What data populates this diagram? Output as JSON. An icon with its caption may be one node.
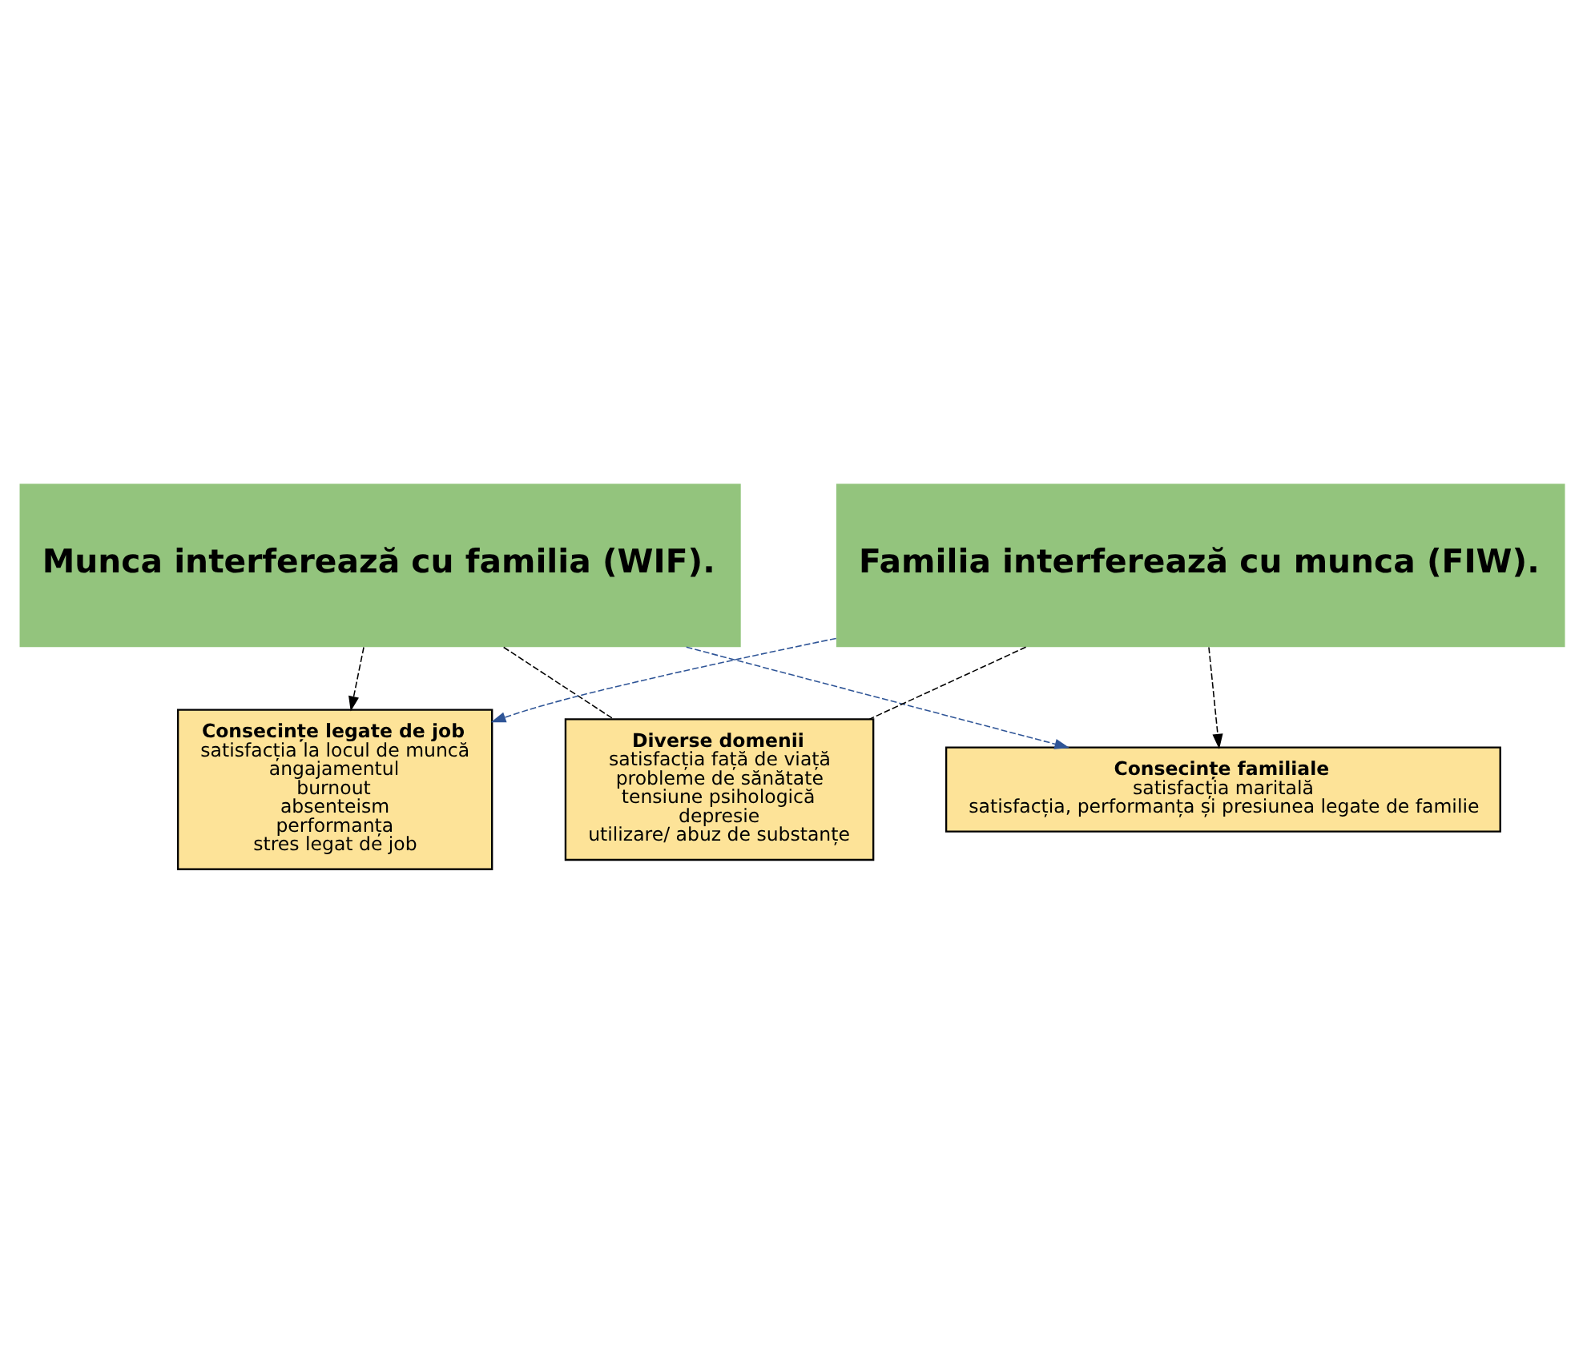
{
  "diagram": {
    "nodes": [
      {
        "text": [
          "Munca interferează cu familia (WIF)."
        ]
      },
      {
        "text": [
          "Familia interferează cu munca (FIW)."
        ]
      },
      {
        "text": [
          "Consecințe legate de job",
          "satisfacția la locul de muncă",
          "angajamentul",
          "burnout",
          "absenteism",
          "performanța",
          "stres legat de job"
        ]
      },
      {
        "text": [
          "Consecințe familiale",
          "satisfacția maritală",
          "satisfacția, performanța și presiunea legate de familie"
        ]
      },
      {
        "text": [
          "Diverse domenii",
          "satisfacția față de viață",
          "probleme de sănătate",
          "tensiune psihologică",
          "depresie",
          "utilizare/ abuz de substanțe"
        ]
      }
    ],
    "edges": [
      {
        "from": 0,
        "to": 2,
        "arrow": "to",
        "style": "dashed"
      },
      {
        "from": 1,
        "to": 3,
        "arrow": "to",
        "style": "dashed"
      },
      {
        "from": 0,
        "to": 3,
        "arrow": "to",
        "style": "dashed",
        "color": "#2f5597"
      },
      {
        "from": 1,
        "to": 2,
        "arrow": "to",
        "style": "dashed",
        "color": "#2f5597"
      },
      {
        "from": 0,
        "to": 4,
        "arrow": "none",
        "style": "dashed"
      },
      {
        "from": 1,
        "to": 4,
        "arrow": "none",
        "style": "dashed"
      }
    ]
  }
}
